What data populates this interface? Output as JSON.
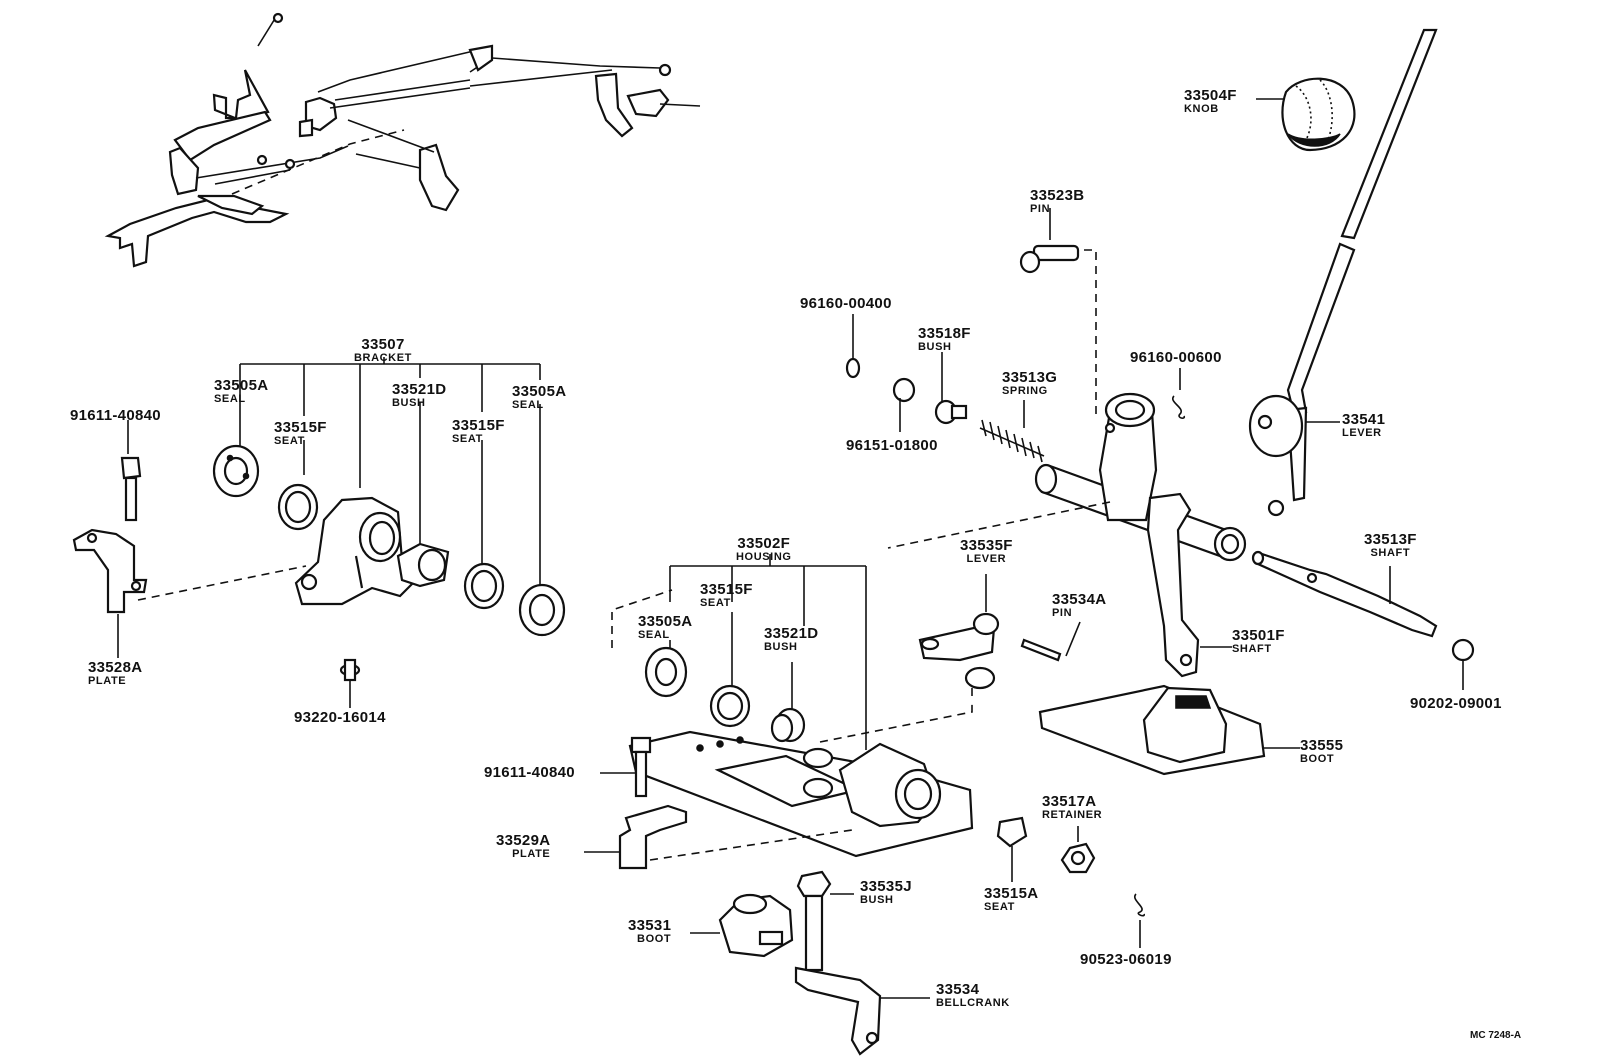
{
  "labels": [
    {
      "id": "p33507",
      "pn": "33507",
      "nm": "BRACKET"
    },
    {
      "id": "p33505a_1",
      "pn": "33505A",
      "nm": "SEAL"
    },
    {
      "id": "p33515f_1",
      "pn": "33515F",
      "nm": "SEAT"
    },
    {
      "id": "p33521d_1",
      "pn": "33521D",
      "nm": "BUSH"
    },
    {
      "id": "p33515f_2",
      "pn": "33515F",
      "nm": "SEAT"
    },
    {
      "id": "p33505a_2",
      "pn": "33505A",
      "nm": "SEAL"
    },
    {
      "id": "p91611_1",
      "pn": "91611-40840",
      "nm": ""
    },
    {
      "id": "p33528a",
      "pn": "33528A",
      "nm": "PLATE"
    },
    {
      "id": "p93220",
      "pn": "93220-16014",
      "nm": ""
    },
    {
      "id": "p33502f",
      "pn": "33502F",
      "nm": "HOUSING"
    },
    {
      "id": "p33515f_3",
      "pn": "33515F",
      "nm": "SEAT"
    },
    {
      "id": "p33505a_3",
      "pn": "33505A",
      "nm": "SEAL"
    },
    {
      "id": "p33521d_2",
      "pn": "33521D",
      "nm": "BUSH"
    },
    {
      "id": "p91611_2",
      "pn": "91611-40840",
      "nm": ""
    },
    {
      "id": "p33529a",
      "pn": "33529A",
      "nm": "PLATE"
    },
    {
      "id": "p33531",
      "pn": "33531",
      "nm": "BOOT"
    },
    {
      "id": "p33535j",
      "pn": "33535J",
      "nm": "BUSH"
    },
    {
      "id": "p33534",
      "pn": "33534",
      "nm": "BELLCRANK"
    },
    {
      "id": "p33535f",
      "pn": "33535F",
      "nm": "LEVER"
    },
    {
      "id": "p33534a",
      "pn": "33534A",
      "nm": "PIN"
    },
    {
      "id": "p33515a",
      "pn": "33515A",
      "nm": "SEAT"
    },
    {
      "id": "p33517a",
      "pn": "33517A",
      "nm": "RETAINER"
    },
    {
      "id": "p90523",
      "pn": "90523-06019",
      "nm": ""
    },
    {
      "id": "p33555",
      "pn": "33555",
      "nm": "BOOT"
    },
    {
      "id": "p33501f",
      "pn": "33501F",
      "nm": "SHAFT"
    },
    {
      "id": "p33513f",
      "pn": "33513F",
      "nm": "SHAFT"
    },
    {
      "id": "p90202",
      "pn": "90202-09001",
      "nm": ""
    },
    {
      "id": "p33541",
      "pn": "33541",
      "nm": "LEVER"
    },
    {
      "id": "p33504f",
      "pn": "33504F",
      "nm": "KNOB"
    },
    {
      "id": "p33523b",
      "pn": "33523B",
      "nm": "PIN"
    },
    {
      "id": "p96160_4",
      "pn": "96160-00400",
      "nm": ""
    },
    {
      "id": "p33518f",
      "pn": "33518F",
      "nm": "BUSH"
    },
    {
      "id": "p96151",
      "pn": "96151-01800",
      "nm": ""
    },
    {
      "id": "p33513g",
      "pn": "33513G",
      "nm": "SPRING"
    },
    {
      "id": "p96160_6",
      "pn": "96160-00600",
      "nm": ""
    }
  ],
  "diagram_code": "MC 7248-A"
}
